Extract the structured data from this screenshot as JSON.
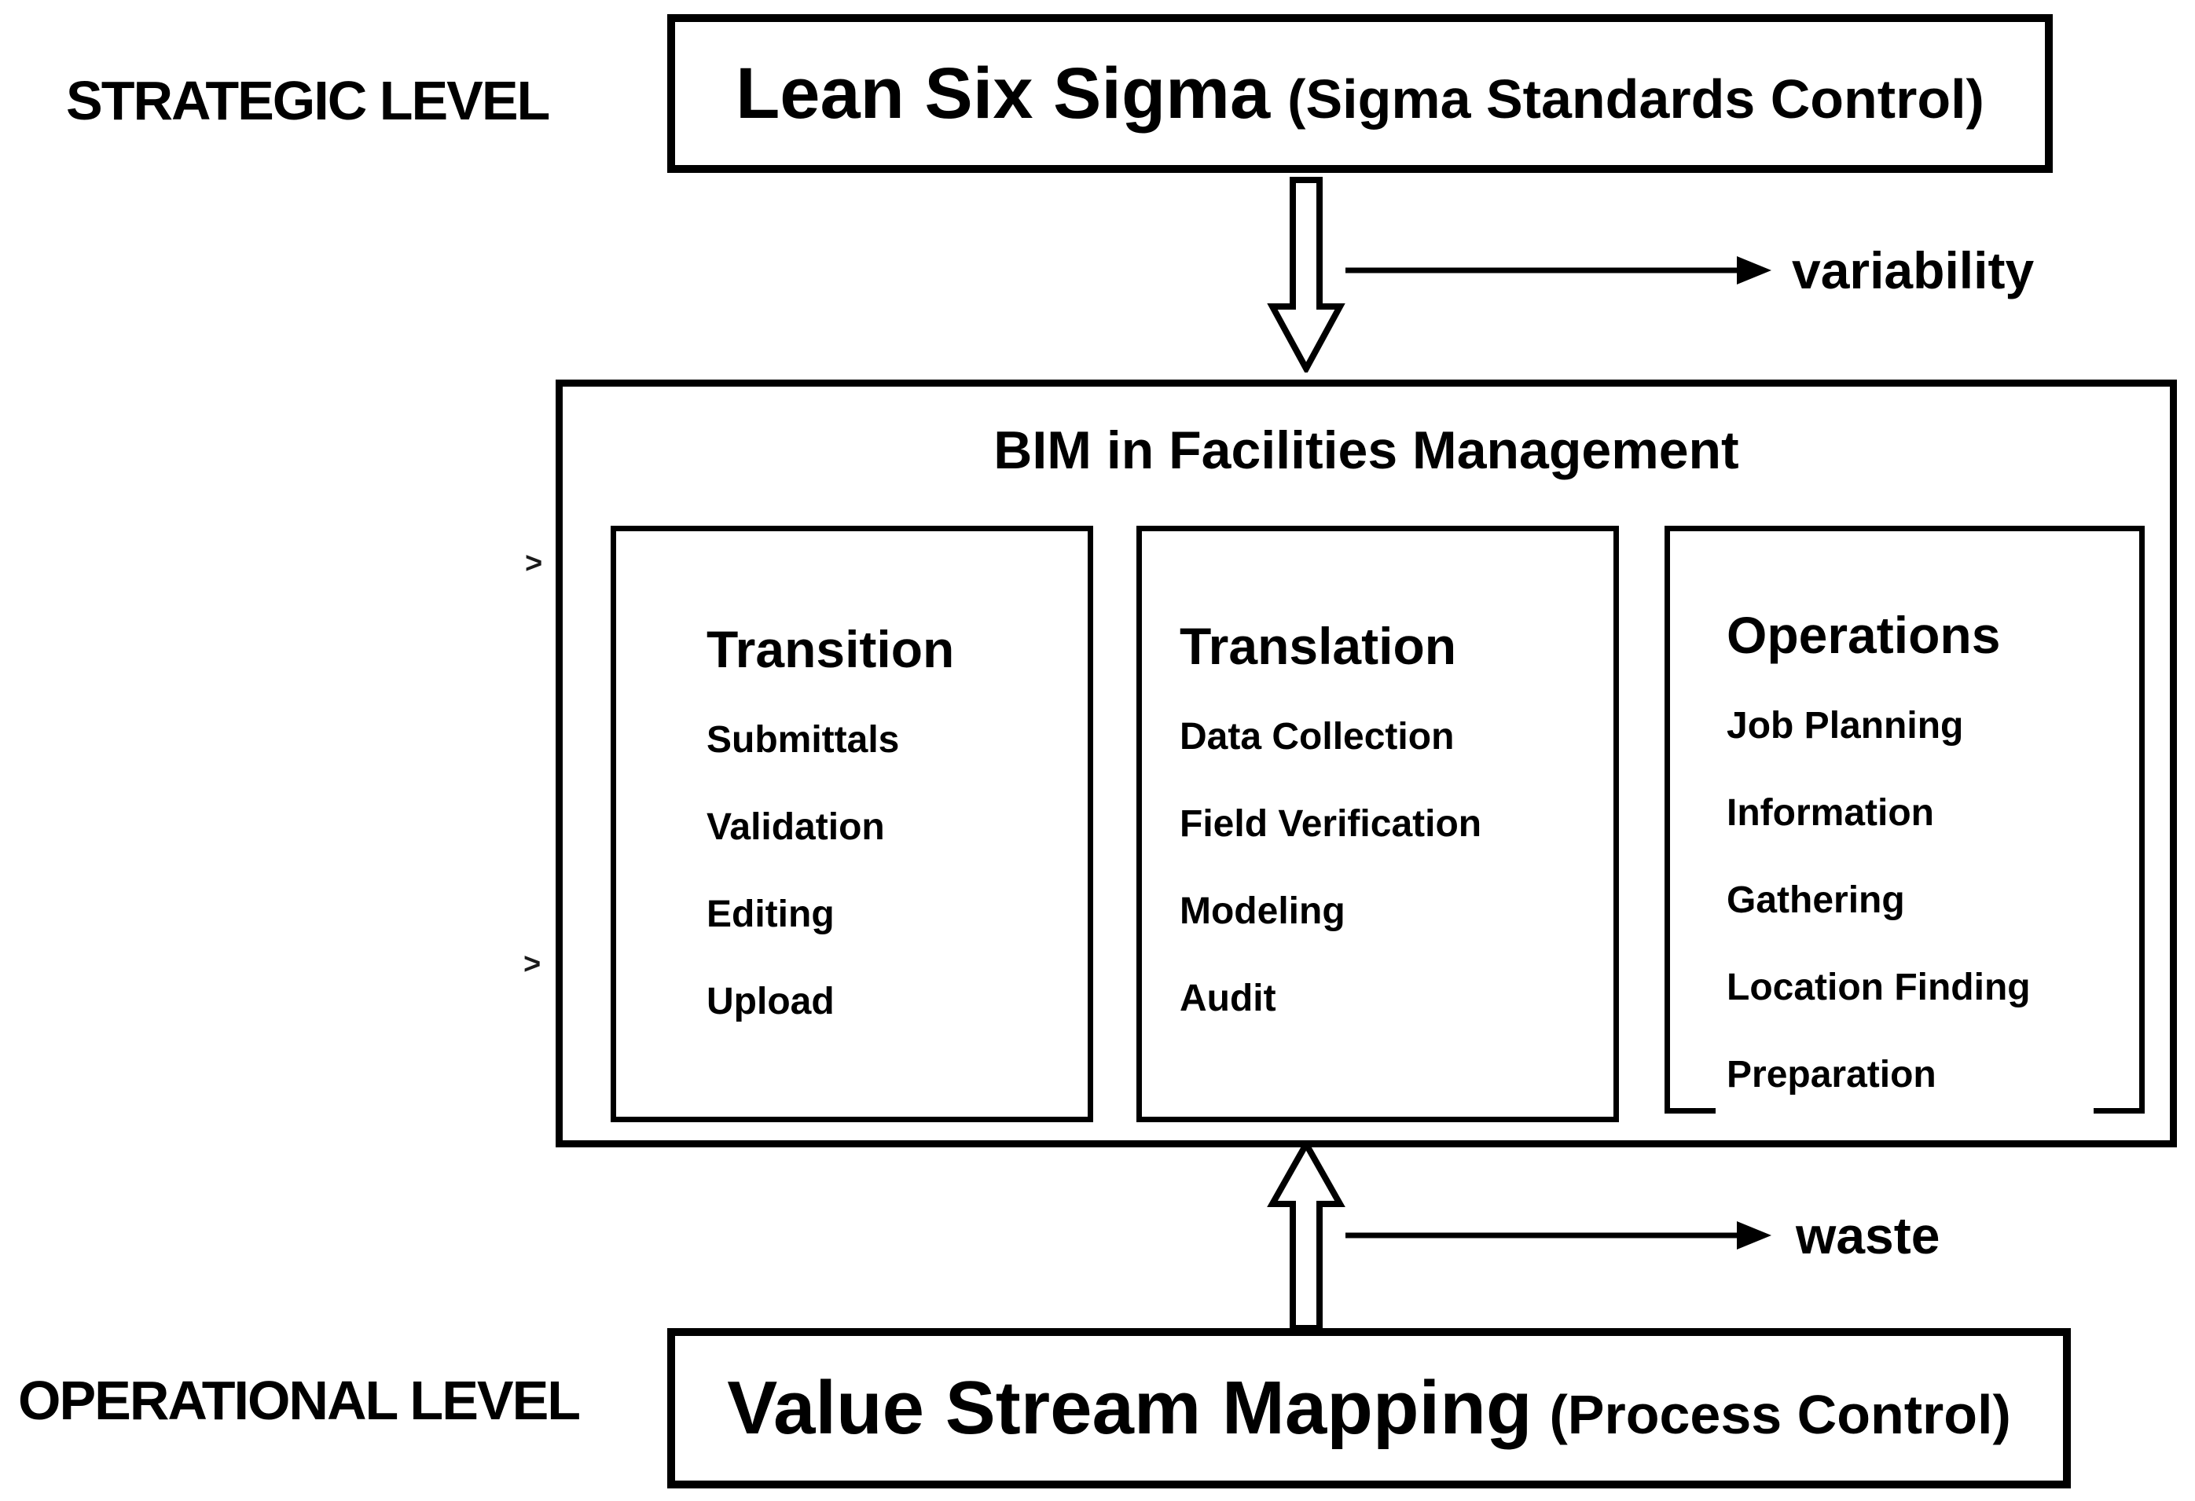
{
  "diagram": {
    "strategic_label": "STRATEGIC LEVEL",
    "operational_label": "OPERATIONAL LEVEL",
    "top_box": {
      "title": "Lean Six Sigma",
      "subtitle": "(Sigma Standards Control)"
    },
    "variability_label": "variability",
    "waste_label": "waste",
    "bim_box": {
      "title": "BIM in Facilities Management",
      "columns": [
        {
          "heading": "Transition",
          "items": [
            "Submittals",
            "Validation",
            "Editing",
            "Upload"
          ]
        },
        {
          "heading": "Translation",
          "items": [
            "Data Collection",
            "Field Verification",
            "Modeling",
            "Audit"
          ]
        },
        {
          "heading": "Operations",
          "items": [
            "Job Planning",
            "Information",
            "Gathering",
            "Location Finding",
            "Preparation"
          ]
        }
      ]
    },
    "bottom_box": {
      "title": "Value Stream Mapping",
      "subtitle": "(Process Control)"
    },
    "chevrons": {
      "first": ">",
      "second": ">"
    },
    "colors": {
      "ink": "#000000",
      "background": "#ffffff"
    }
  }
}
